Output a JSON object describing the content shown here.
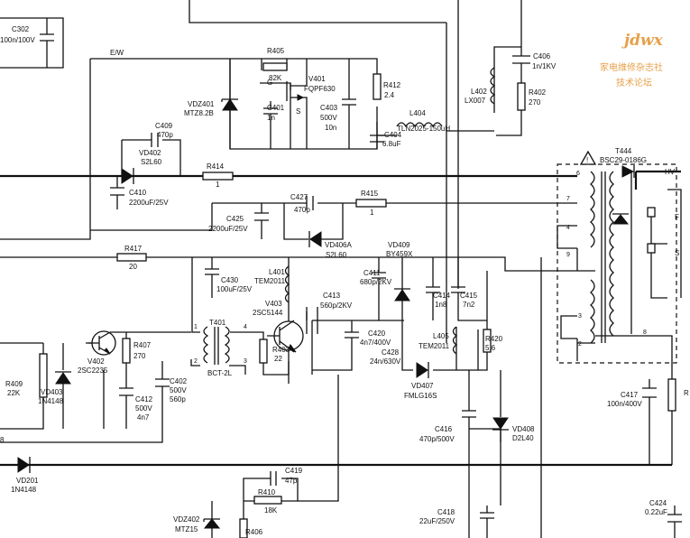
{
  "watermark": {
    "logo": "jdwx",
    "line1": "家电维修杂志社",
    "line2": "技术论坛",
    "color": "#e6a14a"
  },
  "nets": {
    "ew": "E/W",
    "g": "G",
    "s": "S",
    "hv": "HV",
    "f": "F",
    "sr": "S"
  },
  "pins": {
    "p6": "6",
    "p7": "7",
    "p4": "4",
    "p9": "9",
    "p3": "3",
    "p2": "2",
    "p8": "8",
    "t1": "1",
    "t2": "2",
    "t3": "3",
    "t4": "4"
  },
  "parts": {
    "c302": {
      "ref": "C302",
      "val": "100n/100V"
    },
    "r405": {
      "ref": "R405",
      "val": "82K"
    },
    "v401": {
      "ref": "V401",
      "val": "FQPF630"
    },
    "vdz401": {
      "ref": "VDZ401",
      "val": "MTZ8.2B"
    },
    "c401": {
      "ref": "C401",
      "val": "1n"
    },
    "c403": {
      "ref": "C403",
      "val": "500V",
      "val2": "10n"
    },
    "r412": {
      "ref": "R412",
      "val": "2.4"
    },
    "c404": {
      "ref": "C404",
      "val": "6.8uF"
    },
    "l404": {
      "ref": "L404",
      "val": "TLN2025-150uH"
    },
    "l402": {
      "ref": "L402",
      "val": "LX007"
    },
    "c406": {
      "ref": "C406",
      "val": "1n/1KV"
    },
    "r402": {
      "ref": "R402",
      "val": "270"
    },
    "c409": {
      "ref": "C409",
      "val": "470p"
    },
    "vd402": {
      "ref": "VD402",
      "val": "S2L60"
    },
    "c410": {
      "ref": "C410",
      "val": "2200uF/25V"
    },
    "r414": {
      "ref": "R414",
      "val": "1"
    },
    "c427": {
      "ref": "C427",
      "val": "470p"
    },
    "r415": {
      "ref": "R415",
      "val": "1"
    },
    "c425": {
      "ref": "C425",
      "val": "2200uF/25V"
    },
    "vd406a": {
      "ref": "VD406A",
      "val": "S2L60"
    },
    "vd409": {
      "ref": "VD409",
      "val": "BY459X"
    },
    "t444": {
      "ref": "T444",
      "val": "BSC29-0186G"
    },
    "r417": {
      "ref": "R417",
      "val": "20"
    },
    "c430": {
      "ref": "C430",
      "val": "100uF/25V"
    },
    "l401": {
      "ref": "L401",
      "val": "TEM2011"
    },
    "c411": {
      "ref": "C411",
      "val": "680p/2KV"
    },
    "c414": {
      "ref": "C414",
      "val": "1n8"
    },
    "c415": {
      "ref": "C415",
      "val": "7n2"
    },
    "v403": {
      "ref": "V403",
      "val": "2SC5144"
    },
    "c413": {
      "ref": "C413",
      "val": "560p/2KV"
    },
    "t401": {
      "ref": "T401",
      "val": "BCT-2L"
    },
    "r403": {
      "ref": "R403",
      "val": "22"
    },
    "c420": {
      "ref": "C420",
      "val": "4n7/400V"
    },
    "c428": {
      "ref": "C428",
      "val": "24n/630V"
    },
    "l405": {
      "ref": "L405",
      "val": "TEM2011"
    },
    "r420": {
      "ref": "R420",
      "val": "5.6"
    },
    "vd407": {
      "ref": "VD407",
      "val": "FMLG16S"
    },
    "v402": {
      "ref": "V402",
      "val": "2SC2235"
    },
    "r407": {
      "ref": "R407",
      "val": "270"
    },
    "r409": {
      "ref": "R409",
      "val": "22K"
    },
    "vd403": {
      "ref": "VD403",
      "val": "1N4148"
    },
    "c402": {
      "ref": "C402",
      "val": "500V",
      "val2": "560p"
    },
    "c412": {
      "ref": "C412",
      "val": "500V",
      "val2": "4n7"
    },
    "c417": {
      "ref": "C417",
      "val": "100n/400V"
    },
    "c416": {
      "ref": "C416",
      "val": "470p/500V"
    },
    "vd408": {
      "ref": "VD408",
      "val": "D2L40"
    },
    "vd201": {
      "ref": "VD201",
      "val": "1N4148"
    },
    "c419": {
      "ref": "C419",
      "val": "47p"
    },
    "r410": {
      "ref": "R410",
      "val": "18K"
    },
    "vdz402": {
      "ref": "VDZ402",
      "val": "MTZ15"
    },
    "r406": {
      "ref": "R406",
      "val": ""
    },
    "c418": {
      "ref": "C418",
      "val": "22uF/250V"
    },
    "c424": {
      "ref": "C424",
      "val": "0.22uF"
    },
    "r8": {
      "ref": "8",
      "val": ""
    },
    "r_right": {
      "ref": "R",
      "val": ""
    }
  }
}
